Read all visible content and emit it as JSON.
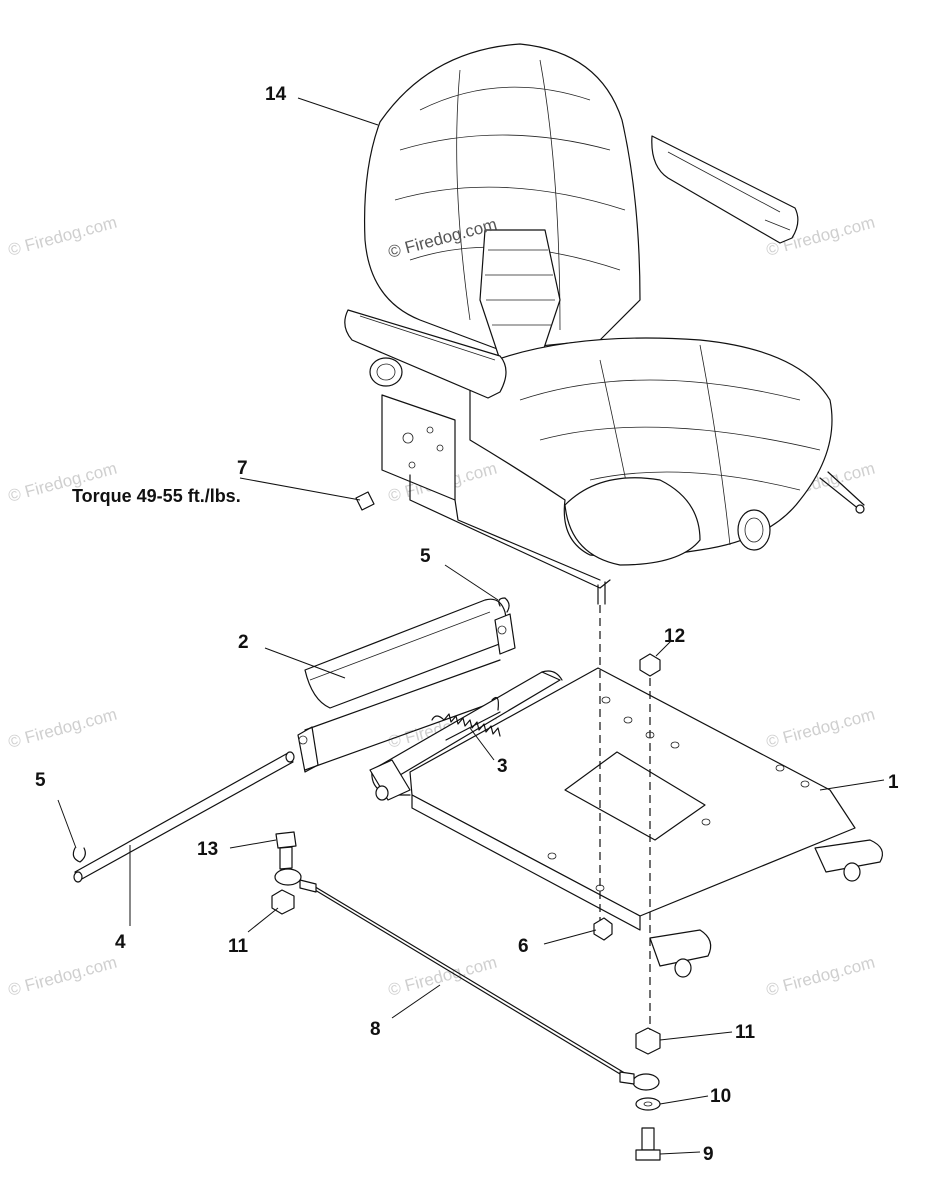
{
  "watermark": {
    "text": "© Firedog.com",
    "center_text": "© Firedog.com"
  },
  "callouts": {
    "c1": "1",
    "c2": "2",
    "c3": "3",
    "c4": "4",
    "c5a": "5",
    "c5b": "5",
    "c6": "6",
    "c7": "7",
    "c8": "8",
    "c9": "9",
    "c10": "10",
    "c11a": "11",
    "c11b": "11",
    "c12": "12",
    "c13": "13",
    "c14": "14"
  },
  "notes": {
    "torque": "Torque 49-55 ft./lbs."
  },
  "colors": {
    "line": "#111111",
    "watermark": "#cfcfcf",
    "background": "#ffffff"
  }
}
